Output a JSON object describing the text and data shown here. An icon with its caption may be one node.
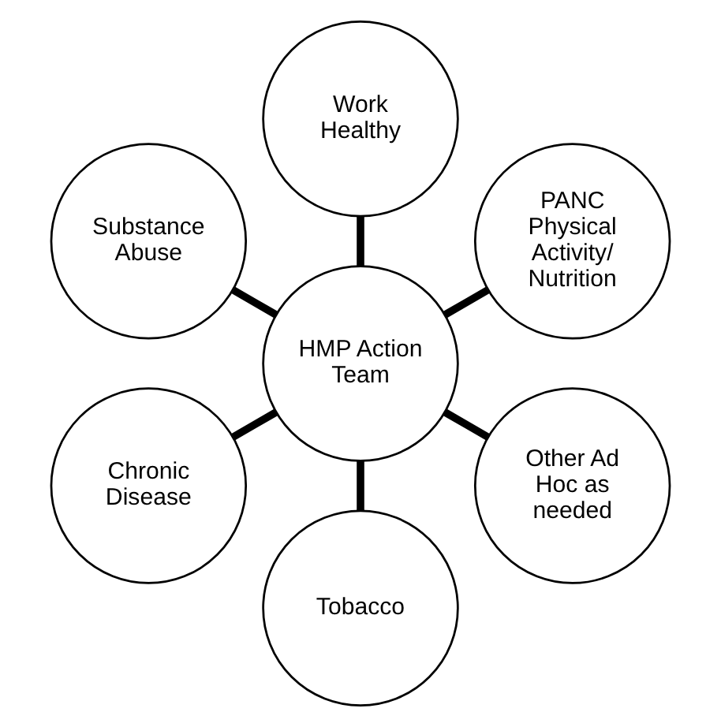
{
  "diagram": {
    "nodes": [
      {
        "text": [
          "HMP Action Team"
        ]
      },
      {
        "text": [
          "PANC Physical Activity/ Nutrition"
        ]
      },
      {
        "text": [
          "Work Healthy"
        ]
      },
      {
        "text": [
          "Substance Abuse"
        ]
      },
      {
        "text": [
          "Chronic Disease"
        ]
      },
      {
        "text": [
          "Tobacco"
        ]
      },
      {
        "text": [
          "Other Ad Hoc as needed"
        ]
      }
    ],
    "edges": [
      {
        "from": 0,
        "to": 1,
        "arrow": "none"
      },
      {
        "from": 0,
        "to": 2,
        "arrow": "none"
      },
      {
        "from": 0,
        "to": 3,
        "arrow": "none"
      },
      {
        "from": 0,
        "to": 4,
        "arrow": "none"
      },
      {
        "from": 0,
        "to": 5,
        "arrow": "none"
      },
      {
        "from": 0,
        "to": 6,
        "arrow": "none"
      }
    ]
  }
}
